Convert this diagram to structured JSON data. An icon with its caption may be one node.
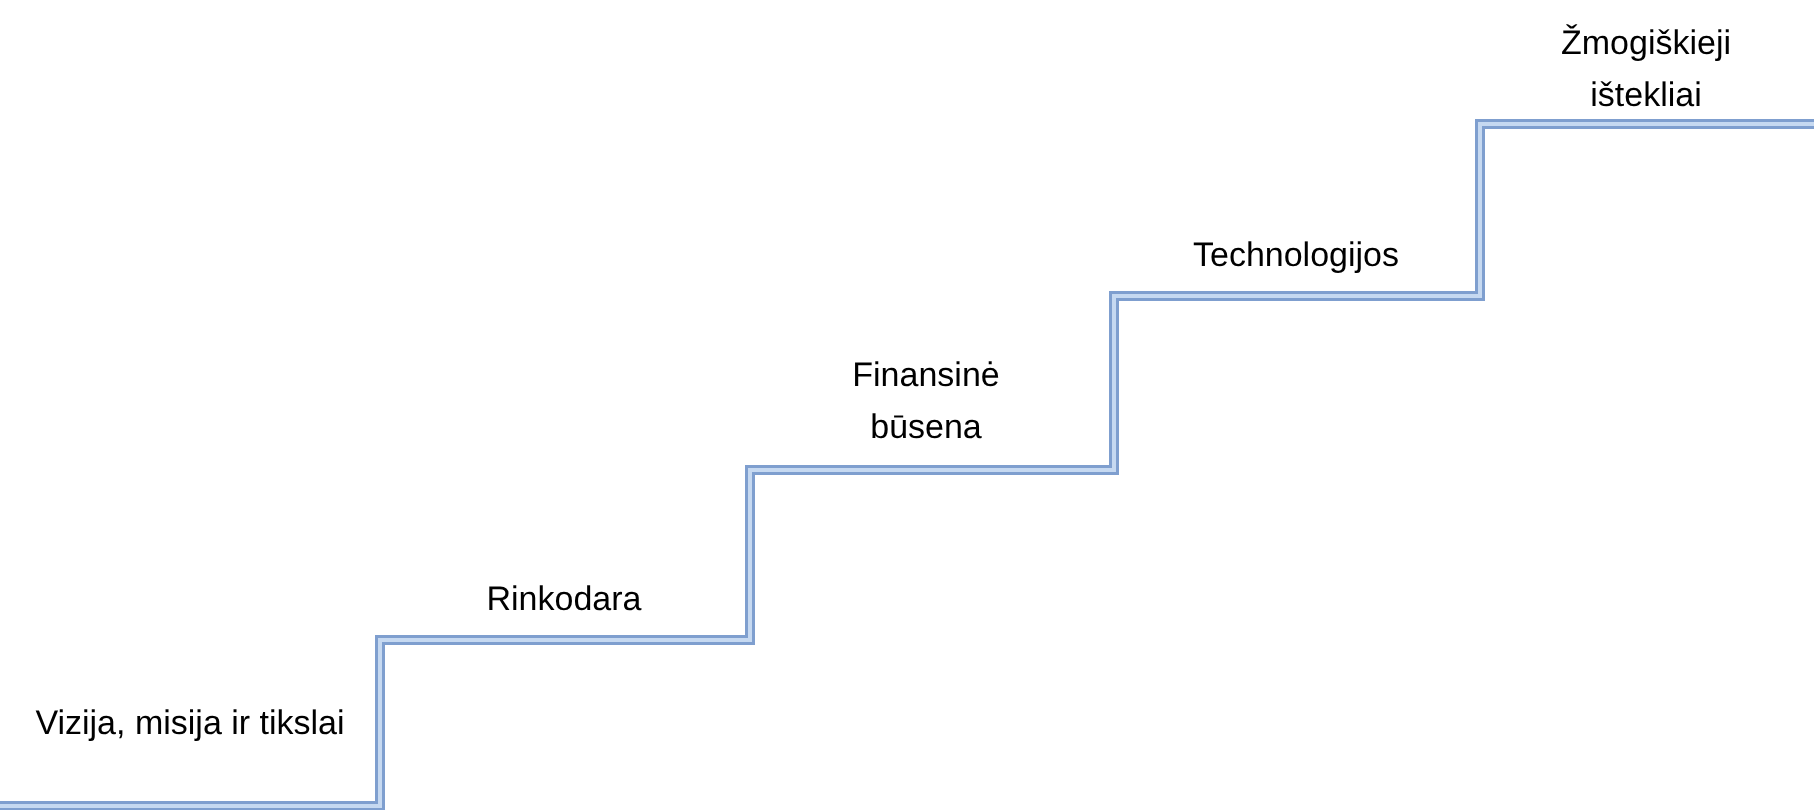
{
  "diagram": {
    "labels": [
      "Vizija, misija ir tikslai",
      "Rinkodara",
      "Finansinė būsena",
      "Technologijos",
      "Žmogiškieji ištekliai"
    ]
  }
}
